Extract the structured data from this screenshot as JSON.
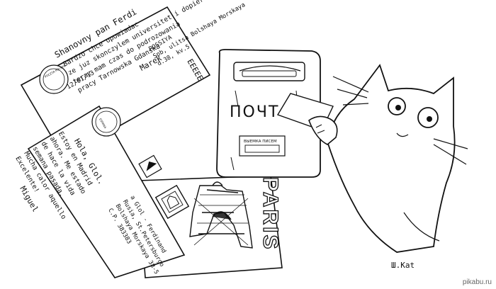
{
  "postcard_left": {
    "greeting": "Shanovny pan Ferdi",
    "lines": [
      "Bardzo chce opowiadac",
      "ze juz skonczylem universitet i dopiero",
      "teraz mam czas do podrozowania",
      "pracy Tarnowska Gdanska"
    ],
    "stamp_date": "12/01/13",
    "stamp_text": "POCZTA POLSKA",
    "signature": "Marek",
    "address": [
      "ROSSIYA",
      "Spb, ulitsa Bolshaya Morskaya",
      "d.38, kv.5"
    ],
    "recipient_mark": "EEEEE"
  },
  "postcard_middle": {
    "salutation": "Hola, Glol.",
    "lines": [
      "Estoy en Madrid",
      "ahora. Me estado",
      "de hace la vida",
      "semana pasada.",
      "Mucha calor aquello"
    ],
    "closing": "Excelente!",
    "signature": "Miguel",
    "stamp_text": "ESPANA",
    "address": [
      "a Glol - Ferdinand",
      "Rusia, St.Petersburgo",
      "Bolshaya Morskaya 38-5",
      "C.P. 383383"
    ]
  },
  "postcard_paris": {
    "word": "PARIS"
  },
  "mailbox": {
    "label": "ПОЧТ",
    "plate_text": "ВЫЕМКА ПИСЕМ"
  },
  "artist_signature": "Ш.Каt",
  "watermark": "pikabu.ru"
}
